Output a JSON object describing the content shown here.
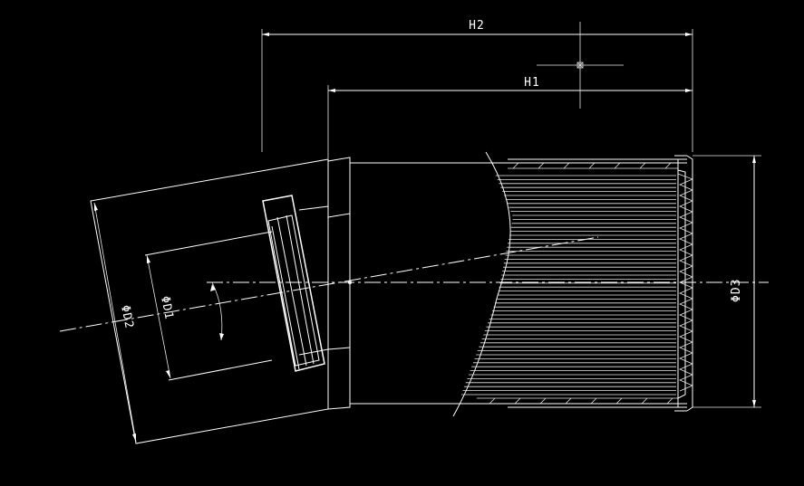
{
  "colors": {
    "background": "#000000",
    "lines": "#ffffff"
  },
  "labels": {
    "h2": "H2",
    "h1": "H1",
    "d1": "ΦD1",
    "d2": "ΦD2",
    "d3": "ΦD3"
  }
}
